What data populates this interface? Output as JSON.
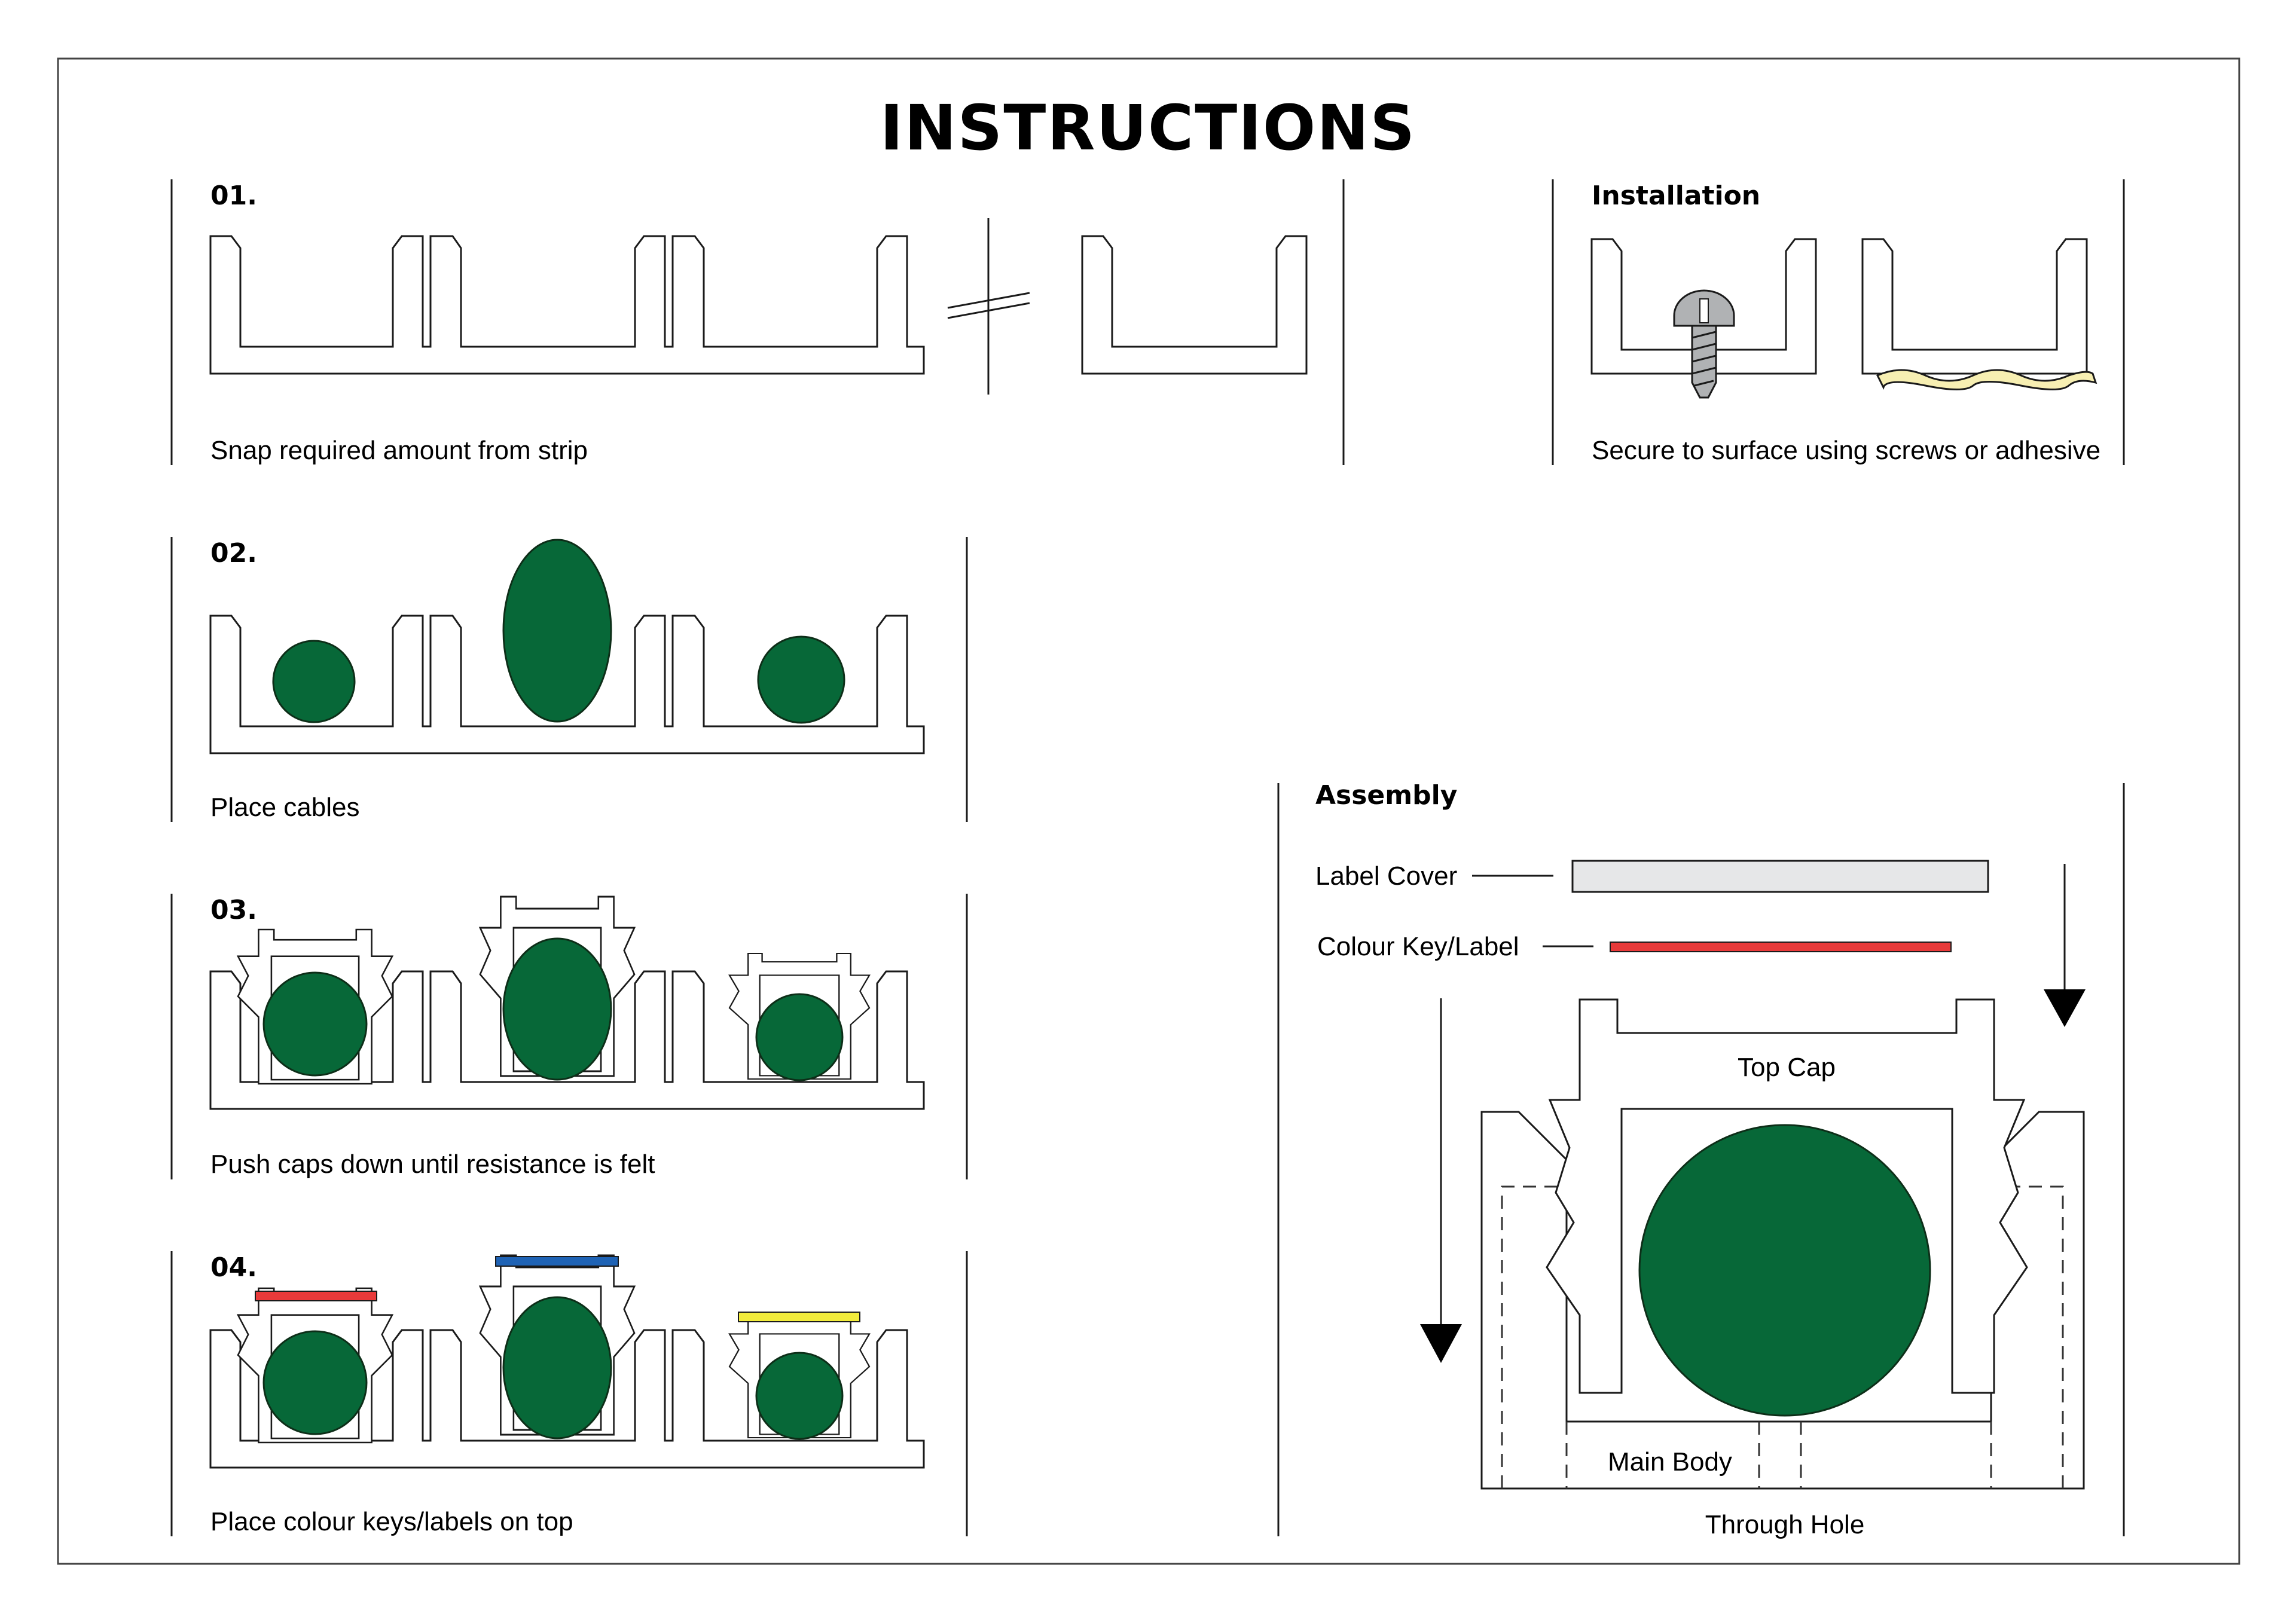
{
  "title": "INSTRUCTIONS",
  "steps": [
    {
      "number": "01.",
      "caption": "Snap required amount from strip"
    },
    {
      "number": "02.",
      "caption": "Place cables"
    },
    {
      "number": "03.",
      "caption": "Push caps down until resistance is felt"
    },
    {
      "number": "04.",
      "caption": "Place colour keys/labels on top"
    }
  ],
  "installation": {
    "heading": "Installation",
    "caption": "Secure to surface using screws or adhesive"
  },
  "assembly": {
    "heading": "Assembly",
    "parts": {
      "label_cover": "Label Cover",
      "colour_key": "Colour Key/Label",
      "top_cap": "Top Cap",
      "main_body": "Main Body",
      "through_hole": "Through Hole"
    }
  },
  "colors": {
    "cable": "#076838",
    "key_red": "#e83a3a",
    "key_blue": "#1f63b5",
    "key_yellow": "#f2ec3c",
    "label_cover": "#e6e7e8",
    "screw": "#b0b2b4",
    "adhesive": "#f7efb2"
  },
  "icons": [
    "screw-icon",
    "adhesive-strip-icon",
    "down-arrow-icon"
  ]
}
